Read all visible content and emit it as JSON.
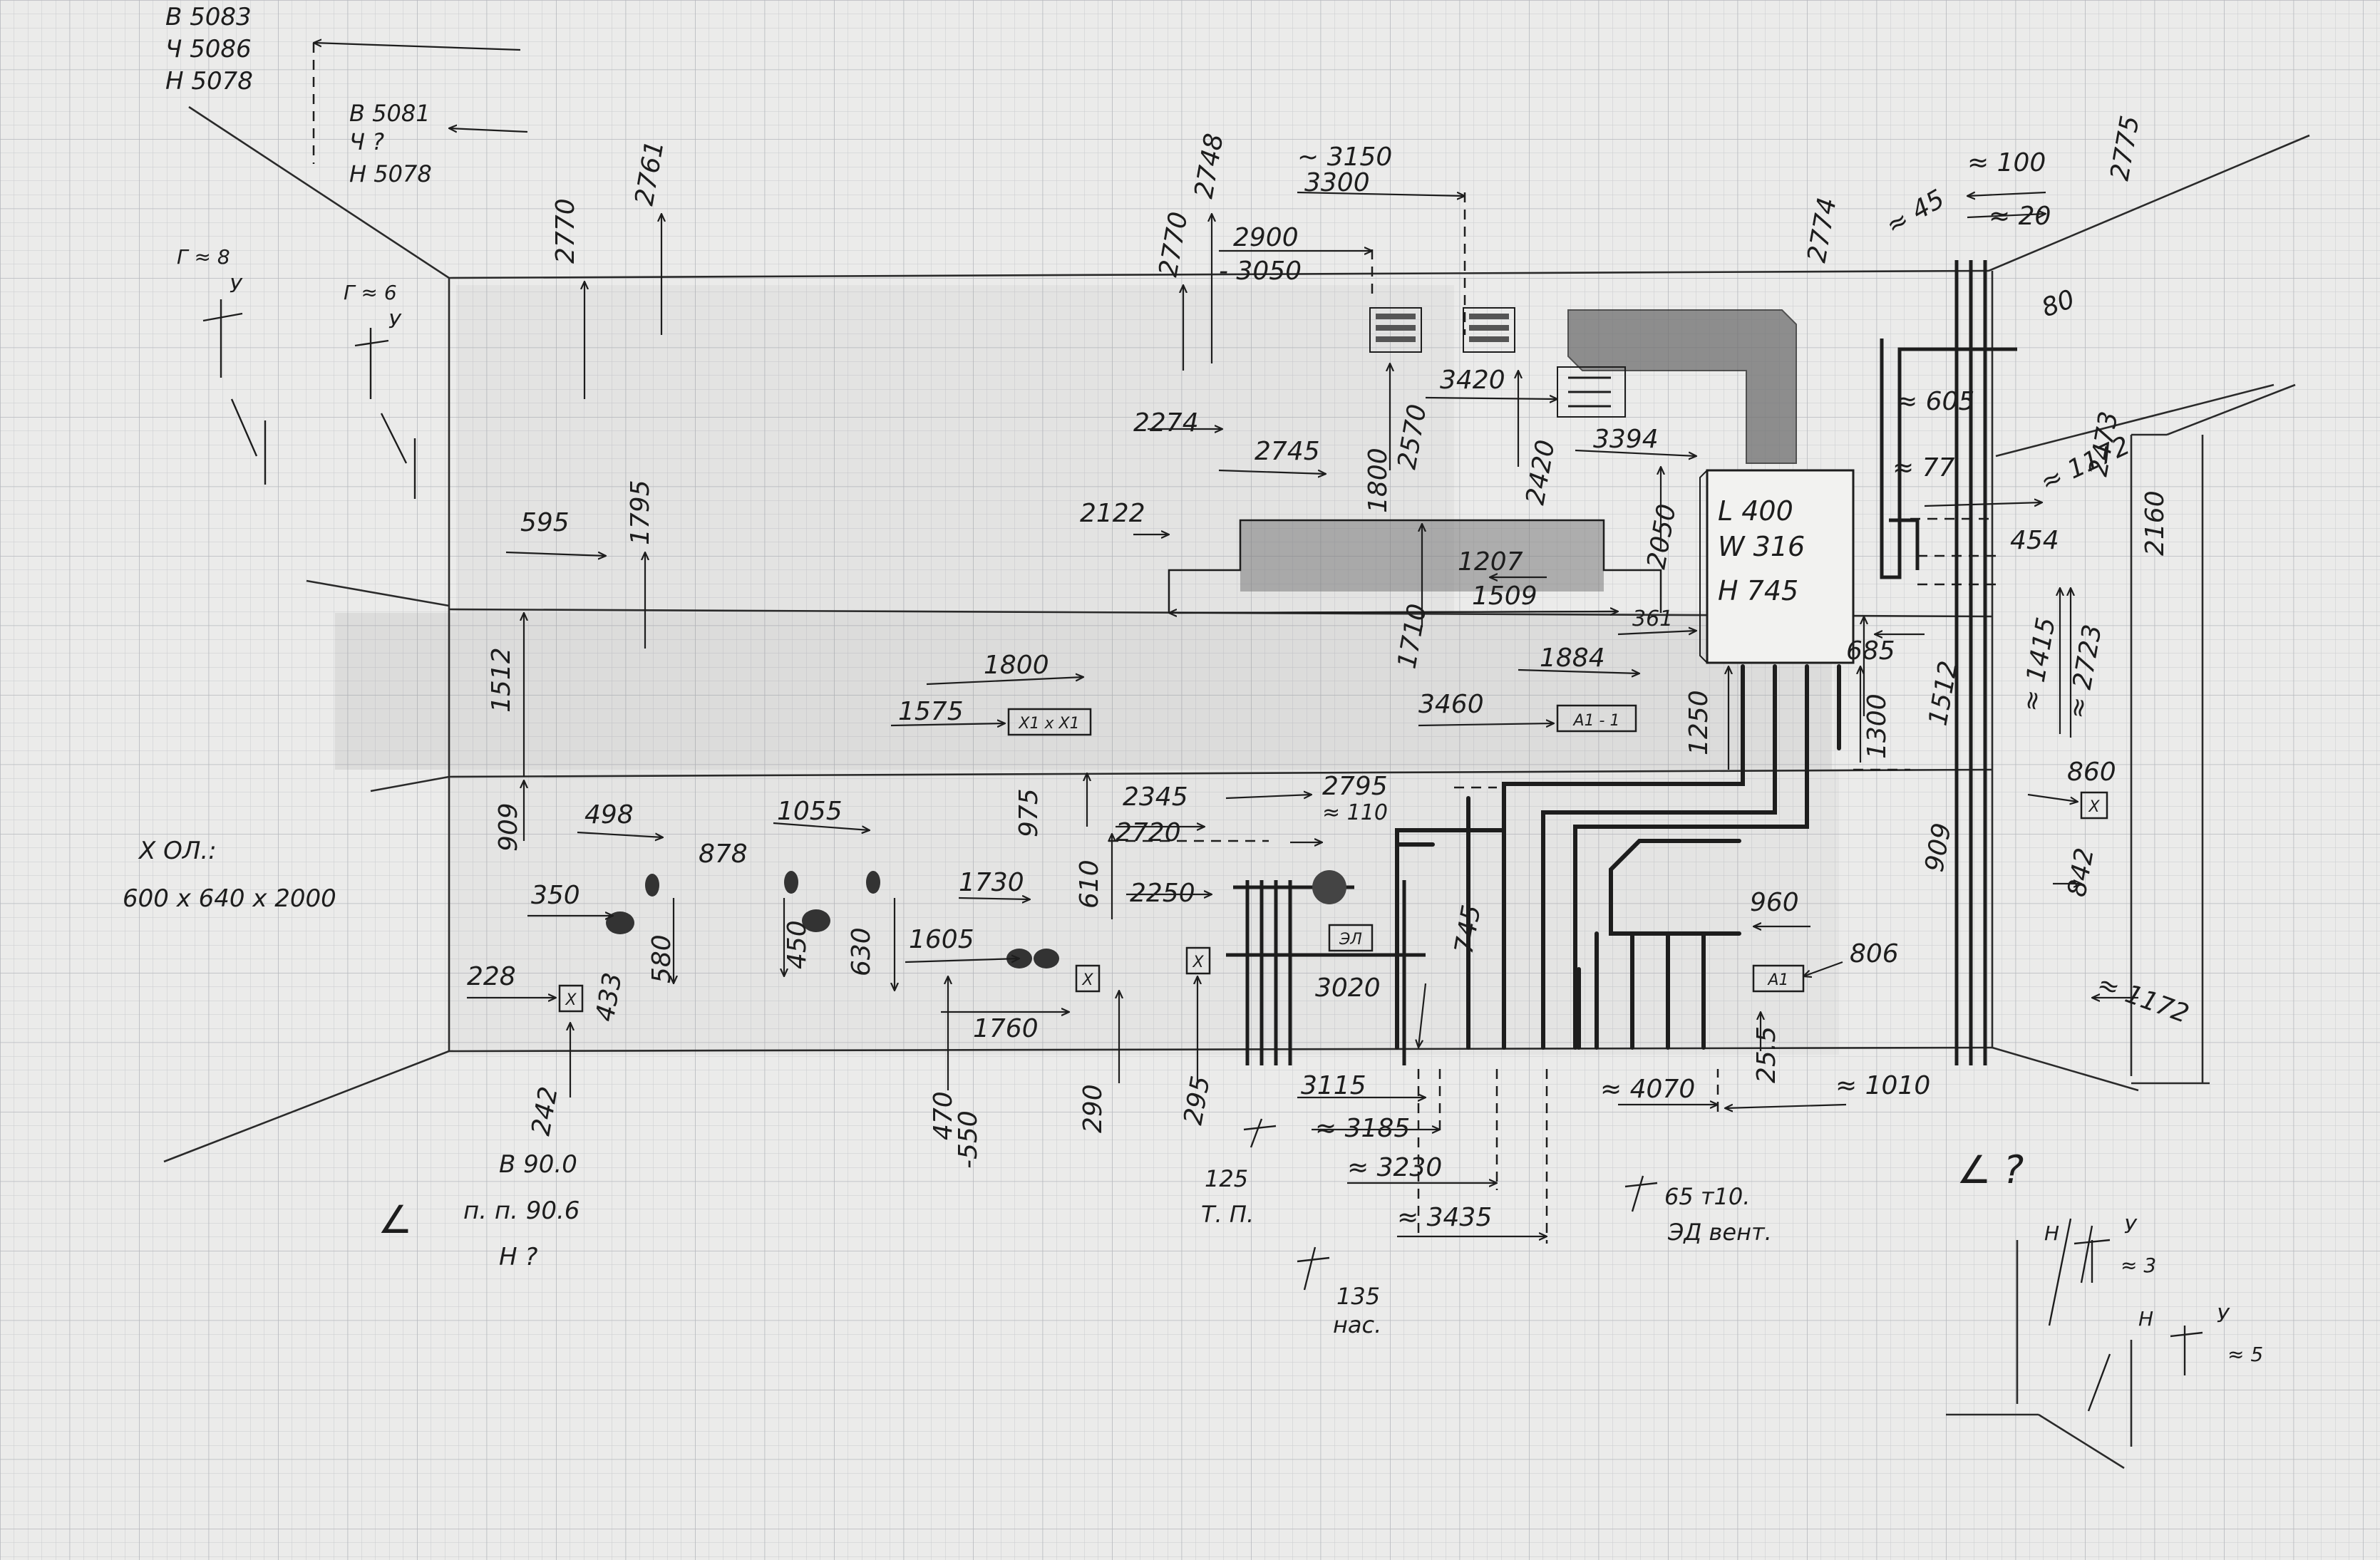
{
  "colors": {
    "paper": "#ebebea",
    "grid": "#c9cbcf",
    "ink": "#1d1d1d",
    "pencil_shade": "#9a9a9a"
  },
  "labels": {
    "level_top_left": [
      "В 5083",
      "Ч 5086",
      "Н 5078"
    ],
    "level_left": [
      "В 5081",
      "Ч ?",
      "Н 5078"
    ],
    "corner_left_1": [
      "Г ≈ 8",
      "У"
    ],
    "corner_left_2": [
      "Г ≈ 6",
      "У"
    ],
    "fixture_size": [
      "Х ОЛ.:",
      "600 х 640 х 2000"
    ],
    "floor_left": [
      "В 90.0",
      "п. п. 90.6",
      "Н ?"
    ],
    "tp_note": [
      "125",
      "Т. П."
    ],
    "nas_note": [
      "135",
      "нас."
    ],
    "vent_note": [
      "65 т10.",
      "ЭД вент."
    ],
    "corner_right_1": [
      "Н",
      "У",
      "≈ 3"
    ],
    "corner_right_2": [
      "Н",
      "У",
      "≈ 5"
    ],
    "angle_left": "∠",
    "angle_right": "∠ ?",
    "boiler": [
      "L 400",
      "W 316",
      "H 745"
    ]
  },
  "dims": {
    "d2770a": "2770",
    "d2761": "2761",
    "d2770b": "2770",
    "d2748": "2748",
    "d3150": "~ 3150",
    "d3300": "3300",
    "d2900": "2900",
    "d3050": "- 3050",
    "d2774": "2774",
    "d45": "≈ 45",
    "d100": "≈ 100",
    "d20": "≈ 20",
    "d2775": "2775",
    "d80": "80",
    "d3420": "3420",
    "d2570": "2570",
    "d605": "≈ 605",
    "d2473": "2473",
    "d2274": "2274",
    "d2745": "2745",
    "d1800a": "1800",
    "d2420": "2420",
    "d3394": "3394",
    "d77": "≈ 77",
    "d1172a": "≈ 1172",
    "d2160": "2160",
    "d2122": "2122",
    "d595": "595",
    "d1795": "1795",
    "d2050": "2050",
    "d454": "454",
    "d1207": "1207",
    "d1509": "1509",
    "d361": "361",
    "d685": "685",
    "d1710": "1710",
    "d1512a": "1512",
    "d1415": "≈ 1415",
    "d2723": "≈ 2723",
    "d1884": "1884",
    "d1800b": "1800",
    "d1575": "1575",
    "d3460": "3460",
    "d1250": "1250",
    "d1300": "1300",
    "d1512b": "1512",
    "d909a": "909",
    "d498": "498",
    "d1055": "1055",
    "d975": "975",
    "d2345": "2345",
    "d2795": "2795",
    "d110": "≈ 110",
    "d2720": "2720",
    "d878": "878",
    "d860": "860",
    "d909b": "909",
    "d350": "350",
    "d1730": "1730",
    "d610": "610",
    "d2250": "2250",
    "d842": "842",
    "d580": "580",
    "d630": "630",
    "d450": "450",
    "d433": "433",
    "d1605": "1605",
    "d960": "960",
    "d806": "806",
    "d228": "228",
    "d3020": "3020",
    "d745": "745",
    "d1172b": "≈ 1172",
    "d1760": "1760",
    "d242": "242",
    "d470": "470",
    "d550": "-550",
    "d290": "290",
    "d295": "295",
    "d3115": "3115",
    "d4070": "≈ 4070",
    "d1010": "≈ 1010",
    "d255": "25.5",
    "d3185": "≈ 3185",
    "d3230": "≈ 3230",
    "d3435": "≈ 3435"
  },
  "tags": {
    "t1": "Х1 х Х1",
    "t2": "А1 - 1",
    "t3": "Х",
    "t4": "Х",
    "t5": "Х",
    "t6": "Х",
    "t7": "ЭЛ",
    "t8": "А1"
  }
}
